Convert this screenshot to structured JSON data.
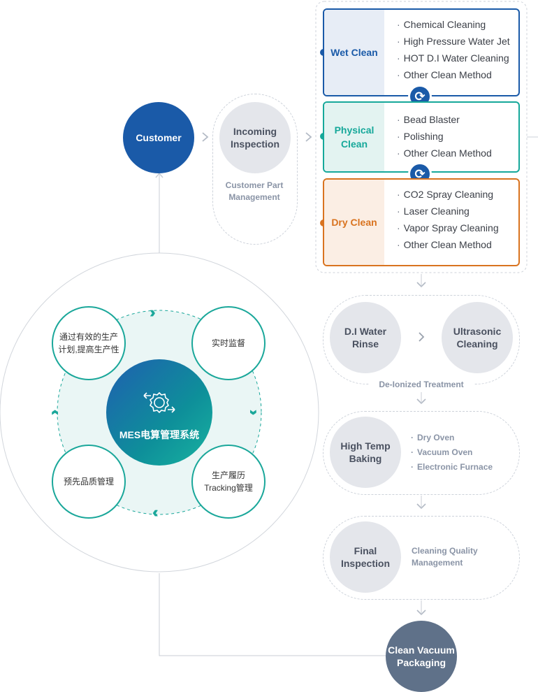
{
  "customer": {
    "label": "Customer"
  },
  "incoming": {
    "label": "Incoming Inspection",
    "caption": "Customer Part Management"
  },
  "clean_methods": [
    {
      "label": "Wet Clean",
      "color": "#1a5aa8",
      "bg": "#e7edf6",
      "items": [
        "Chemical Cleaning",
        "High Pressure Water Jet",
        "HOT D.I Water Cleaning",
        "Other Clean Method"
      ]
    },
    {
      "label": "Physical Clean",
      "color": "#16a89a",
      "bg": "#e3f3f1",
      "items": [
        "Bead Blaster",
        "Polishing",
        "Other Clean Method"
      ]
    },
    {
      "label": "Dry Clean",
      "color": "#d9731f",
      "bg": "#fbeee4",
      "items": [
        "CO2 Spray Cleaning",
        "Laser Cleaning",
        "Vapor Spray Cleaning",
        "Other Clean Method"
      ]
    }
  ],
  "deionized": {
    "rinse": "D.I Water Rinse",
    "ultrasonic": "Ultrasonic Cleaning",
    "caption": "De-Ionized Treatment"
  },
  "baking": {
    "label": "High Temp Baking",
    "items": [
      "Dry Oven",
      "Vacuum Oven",
      "Electronic Furnace"
    ]
  },
  "final": {
    "label": "Final Inspection",
    "caption": "Cleaning Quality Management"
  },
  "packaging": {
    "label": "Clean Vacuum Packaging"
  },
  "mes": {
    "center": "MES电算管理系统",
    "nodes": {
      "top_left": "通过有效的生产计划,提高生产性",
      "top_right": "实时监督",
      "bottom_right": "生产履历 Tracking管理",
      "bottom_left": "预先品质管理"
    }
  },
  "colors": {
    "navy": "#1a5aa8",
    "teal": "#16a89a",
    "orange": "#d9731f",
    "slate": "#5f7189"
  }
}
